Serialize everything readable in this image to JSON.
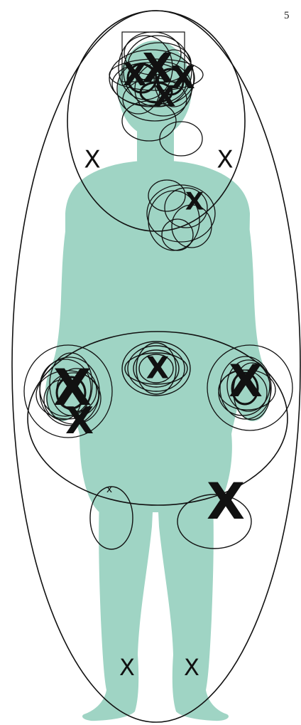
{
  "page_number": "5",
  "colors": {
    "body_fill": "#9fd4c4",
    "ink": "#111111",
    "background": "#ffffff"
  },
  "marks": {
    "head_cluster": "X",
    "left_hand": "X",
    "right_hand": "X",
    "pelvis": "X",
    "chest": "X",
    "shoulder_left": "X",
    "shoulder_right": "X",
    "right_knee": "X",
    "left_knee_small": "x",
    "left_foot": "X",
    "right_foot": "X"
  }
}
